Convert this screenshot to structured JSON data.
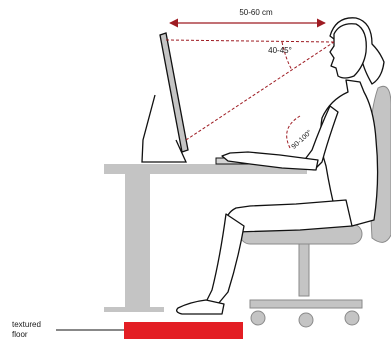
{
  "labels": {
    "distance": "50-60 cm",
    "view_angle": "40-45°",
    "elbow_angle": "90-100°",
    "floor_line1": "textured",
    "floor_line2": "floor"
  },
  "colors": {
    "accent": "#9e1b22",
    "floor_mat": "#e31e24",
    "furniture": "#c4c4c4",
    "outline": "#111111"
  }
}
